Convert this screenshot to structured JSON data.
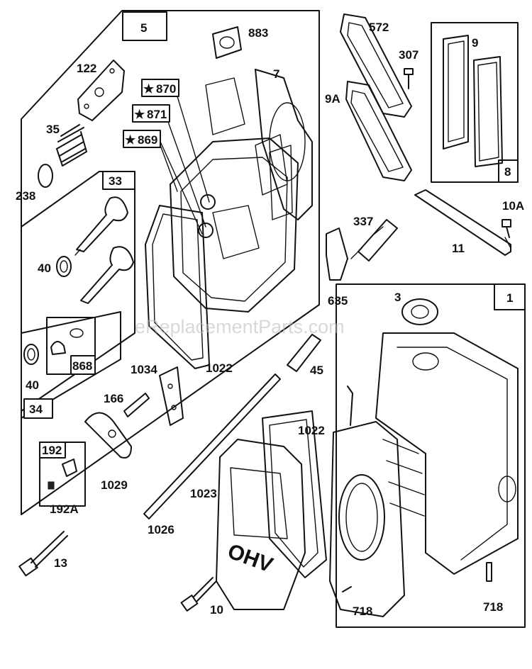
{
  "watermark": "eReplacementParts.com",
  "group_boxes": {
    "head": "5",
    "valves": "33",
    "valve_seals": "34",
    "gaskets": "8",
    "crankcase": "1",
    "rocker_stud": "192"
  },
  "labels": {
    "p883": "883",
    "p7": "7",
    "p122": "122",
    "p870": "870",
    "p871": "871",
    "p869": "869",
    "p35": "35",
    "p238": "238",
    "p40a": "40",
    "p40b": "40",
    "p868": "868",
    "p1022a": "1022",
    "p1034": "1034",
    "p166": "166",
    "p1029": "1029",
    "p192a": "192A",
    "p572": "572",
    "p307": "307",
    "p9a": "9A",
    "p9": "9",
    "p10a": "10A",
    "p11": "11",
    "p337": "337",
    "p635": "635",
    "p3": "3",
    "p45": "45",
    "p1022b": "1022",
    "p1023": "1023",
    "p1026": "1026",
    "p13": "13",
    "p10": "10",
    "p718a": "718",
    "p718b": "718",
    "ohv": "OHV"
  },
  "star_glyph": "★"
}
